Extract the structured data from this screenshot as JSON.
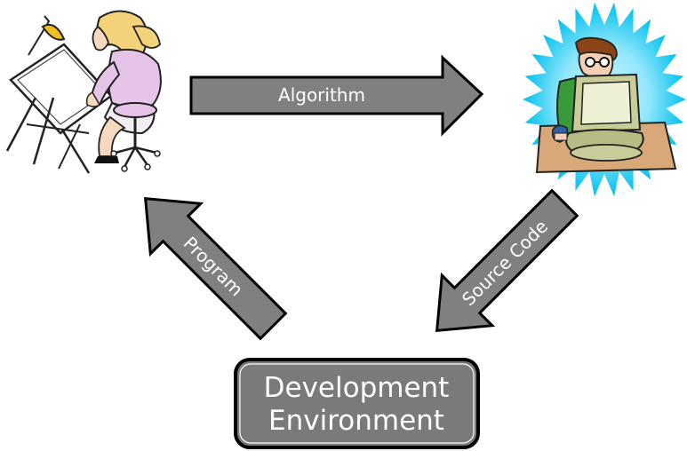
{
  "diagram": {
    "arrows": {
      "algorithm": "Algorithm",
      "source_code": "Source Code",
      "program": "Program"
    },
    "box": {
      "line1": "Development",
      "line2": "Environment"
    },
    "colors": {
      "arrow_fill": "#808080",
      "arrow_stroke": "#000000",
      "box_fill": "#7a7a7a",
      "label_text": "#ffffff",
      "starburst_outer": "#00c8f0",
      "starburst_inner": "#b8f2ff",
      "desk": "#d8a878",
      "monitor": "#c8cc98",
      "shirt": "#3a9a3a",
      "hair": "#8a4418"
    },
    "icons": {
      "designer": "woman-at-drafting-table-clipart",
      "programmer": "programmer-at-computer-clipart"
    }
  }
}
